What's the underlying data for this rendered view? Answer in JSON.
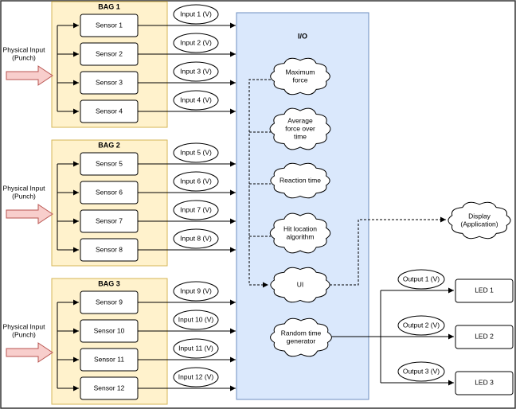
{
  "bags": [
    {
      "title": "BAG 1",
      "sensors": [
        "Sensor 1",
        "Sensor 2",
        "Sensor 3",
        "Sensor 4"
      ],
      "inputs": [
        "Input 1 (V)",
        "Input 2 (V)",
        "Input 3 (V)",
        "Input 4 (V)"
      ]
    },
    {
      "title": "BAG 2",
      "sensors": [
        "Sensor 5",
        "Sensor 6",
        "Sensor 7",
        "Sensor 8"
      ],
      "inputs": [
        "Input 5 (V)",
        "Input 6 (V)",
        "Input 7 (V)",
        "Input 8 (V)"
      ]
    },
    {
      "title": "BAG 3",
      "sensors": [
        "Sensor 9",
        "Sensor 10",
        "Sensor 11",
        "Sensor 12"
      ],
      "inputs": [
        "Input 9 (V)",
        "Input 10 (V)",
        "Input 11 (V)",
        "Input 12 (V)"
      ]
    }
  ],
  "physical_input": [
    "Physical Input",
    "(Punch)"
  ],
  "io_title": "I/O",
  "clouds": [
    {
      "lines": [
        "Maximum",
        "force"
      ]
    },
    {
      "lines": [
        "Average",
        "force over",
        "time"
      ]
    },
    {
      "lines": [
        "Reaction time"
      ]
    },
    {
      "lines": [
        "Hit location",
        "algorithm"
      ]
    },
    {
      "lines": [
        "UI"
      ]
    },
    {
      "lines": [
        "Random time",
        "generator"
      ]
    }
  ],
  "display": {
    "lines": [
      "Display",
      "(Application)"
    ]
  },
  "outputs": [
    "Output 1 (V)",
    "Output 2 (V)",
    "Output 3 (V)"
  ],
  "leds": [
    "LED 1",
    "LED 2",
    "LED 3"
  ],
  "colors": {
    "bag_fill": "#fff2cc",
    "bag_stroke": "#d6b656",
    "io_fill": "#dae8fc",
    "io_stroke": "#6c8ebf",
    "arrow_fill": "#f8cecc",
    "arrow_stroke": "#b85450"
  }
}
